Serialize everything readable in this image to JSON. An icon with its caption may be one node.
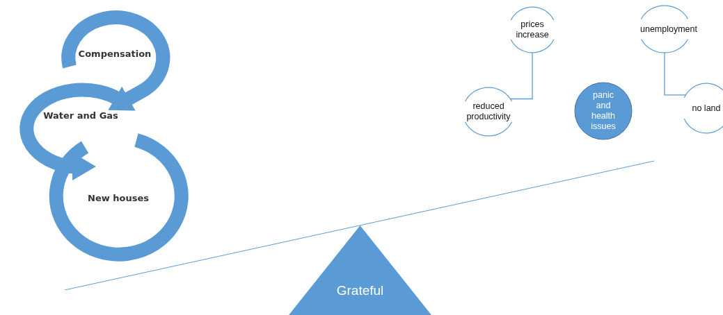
{
  "diagram": {
    "nodes": [
      {
        "text": [
          "Compensation"
        ]
      },
      {
        "text": [
          "Water and Gas"
        ]
      },
      {
        "text": [
          "New houses"
        ]
      },
      {
        "text": [
          "prices increase"
        ]
      },
      {
        "text": [
          "unemployment"
        ]
      },
      {
        "text": [
          "reduced productivity"
        ]
      },
      {
        "text": [
          "panic and health issues"
        ]
      },
      {
        "text": [
          "no land"
        ]
      },
      {
        "text": [
          "Grateful"
        ]
      }
    ],
    "edges": [
      {
        "from": 0,
        "to": 1,
        "arrow": "to",
        "style": "thick"
      },
      {
        "from": 1,
        "to": 2,
        "arrow": "to",
        "style": "thick"
      },
      {
        "from": 3,
        "to": 5,
        "arrow": "none"
      },
      {
        "from": 4,
        "to": 7,
        "arrow": "none"
      }
    ]
  }
}
